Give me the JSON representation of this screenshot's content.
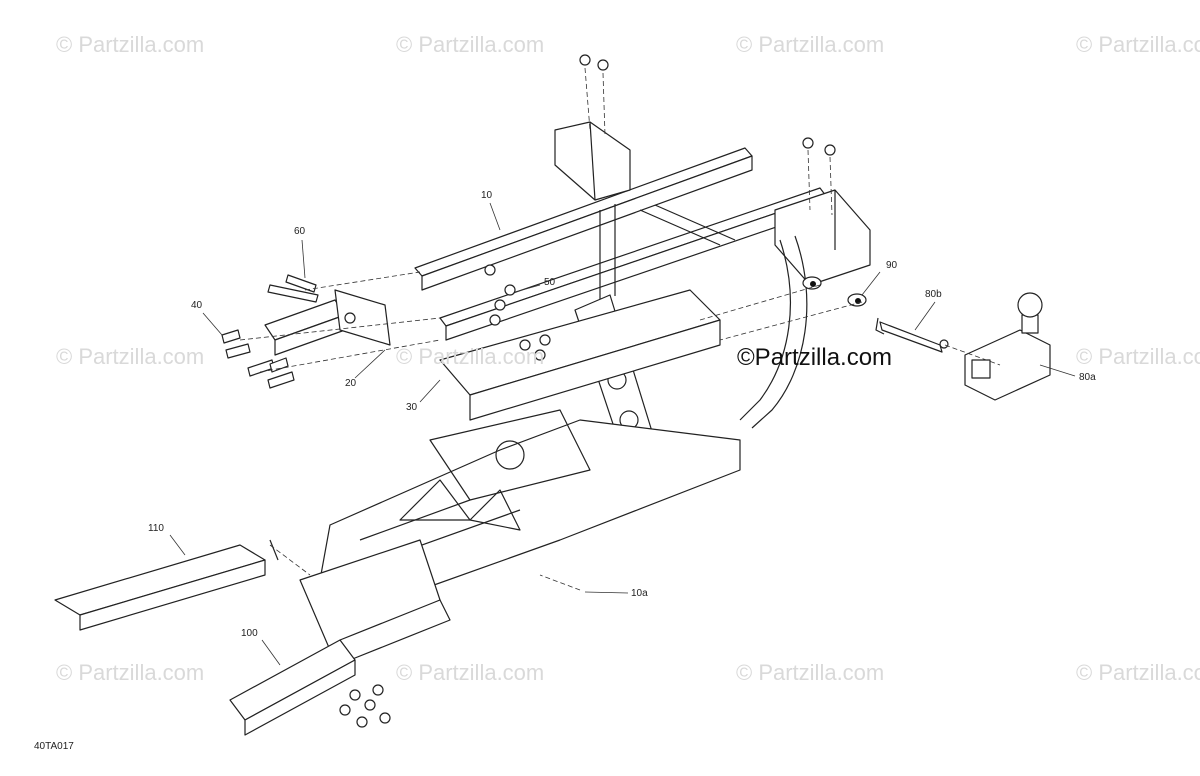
{
  "watermarks": {
    "text": "© Partzilla.com",
    "center_text": "©Partzilla.com"
  },
  "callouts": {
    "c10": "10",
    "c10a": "10a",
    "c20": "20",
    "c30": "30",
    "c40": "40",
    "c50": "50",
    "c60": "60",
    "c80a": "80a",
    "c80b": "80b",
    "c90": "90",
    "c100": "100",
    "c110": "110"
  },
  "drawing_code": "40TA017",
  "colors": {
    "line": "#222222",
    "watermark": "#d9d9d9",
    "background": "#ffffff"
  }
}
